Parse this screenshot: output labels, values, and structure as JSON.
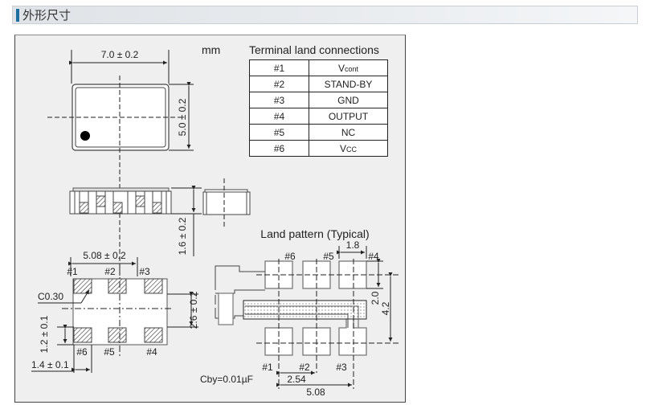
{
  "header": {
    "title": "外形尺寸",
    "accent_color": "#1d6ea1"
  },
  "drawing": {
    "unit": "mm",
    "top_view": {
      "width_dim": "7.0 ± 0.2",
      "height_dim": "5.0 ± 0.2"
    },
    "side_view": {
      "height_dim": "1.6 ± 0.2"
    },
    "bottom_view": {
      "pitch_dim": "5.08 ± 0.2",
      "chamfer": "C0.30",
      "row_gap_dim": "2.6 ± 0.2",
      "pad_height_dim": "1.2 ± 0.1",
      "pad_width_dim": "1.4 ± 0.1",
      "top_pins": [
        "#1",
        "#2",
        "#3"
      ],
      "bottom_pins": [
        "#6",
        "#5",
        "#4"
      ]
    },
    "terminal_table": {
      "title": "Terminal land connections",
      "rows": [
        {
          "pin": "#1",
          "signal": "V",
          "signal_sub": "cont"
        },
        {
          "pin": "#2",
          "signal": "STAND-BY",
          "signal_sub": ""
        },
        {
          "pin": "#3",
          "signal": "GND",
          "signal_sub": ""
        },
        {
          "pin": "#4",
          "signal": "OUTPUT",
          "signal_sub": ""
        },
        {
          "pin": "#5",
          "signal": "NC",
          "signal_sub": ""
        },
        {
          "pin": "#6",
          "signal": "V",
          "signal_sub": "CC"
        }
      ]
    },
    "land_pattern": {
      "title": "Land pattern (Typical)",
      "pad_width_dim": "1.8",
      "pad_height_dim": "2.0",
      "row_pitch_dim": "4.2",
      "pitch_2_54": "2.54",
      "pitch_5_08": "5.08",
      "capacitor": "Cby=0.01µF",
      "top_pins": [
        "#6",
        "#5",
        "#4"
      ],
      "bottom_pins": [
        "#1",
        "#2",
        "#3"
      ]
    }
  }
}
